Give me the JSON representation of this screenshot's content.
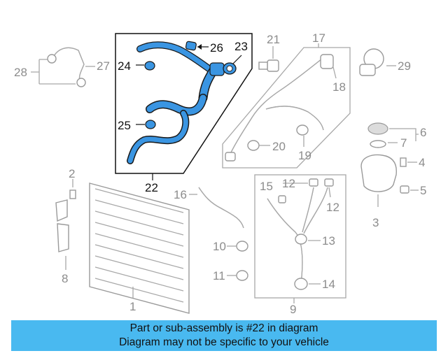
{
  "diagram": {
    "callouts": {
      "c1": "1",
      "c2": "2",
      "c3": "3",
      "c4": "4",
      "c5": "5",
      "c6": "6",
      "c7": "7",
      "c8": "8",
      "c9": "9",
      "c10": "10",
      "c11": "11",
      "c12a": "12",
      "c12b": "12",
      "c13": "13",
      "c14": "14",
      "c15": "15",
      "c16": "16",
      "c17": "17",
      "c18": "18",
      "c19": "19",
      "c20": "20",
      "c21": "21",
      "c22": "22",
      "c23": "23",
      "c24": "24",
      "c25": "25",
      "c26": "26",
      "c27": "27",
      "c28": "28",
      "c29": "29"
    },
    "highlight_color": "#3a95e2",
    "part_color": "#9a9a9a"
  },
  "banner": {
    "line1": "Part or sub-assembly is #22 in diagram",
    "line2": "Diagram may not be specific to your vehicle",
    "color": "#49b9f0"
  }
}
